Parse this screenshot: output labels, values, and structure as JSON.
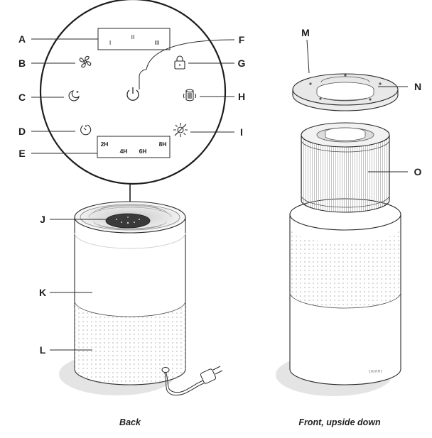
{
  "callouts": {
    "A": "A",
    "B": "B",
    "C": "C",
    "D": "D",
    "E": "E",
    "F": "F",
    "G": "G",
    "H": "H",
    "I": "I",
    "J": "J",
    "K": "K",
    "L": "L",
    "M": "M",
    "N": "N",
    "O": "O"
  },
  "speed_display": {
    "low": "I",
    "mid": "II",
    "high": "III"
  },
  "timer_display": {
    "t2": "2H",
    "t4": "4H",
    "t6": "6H",
    "t8": "8H"
  },
  "brand_mark": "levoit",
  "captions": {
    "back": "Back",
    "front": "Front, upside down"
  },
  "icons": [
    "fan-speed-icon",
    "sleep-mode-icon",
    "timer-icon",
    "power-icon",
    "lock-icon",
    "filter-indicator-icon",
    "display-light-icon"
  ],
  "colors": {
    "line": "#2a2a2a",
    "shadow": "#e4e4e4",
    "body": "#ffffff"
  }
}
